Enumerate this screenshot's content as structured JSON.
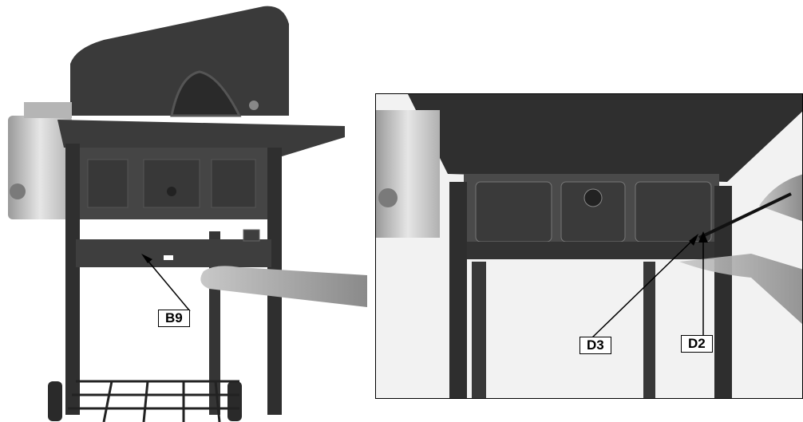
{
  "figure": {
    "left": {
      "callout_b9": "B9"
    },
    "right": {
      "callout_d3": "D3",
      "callout_d2": "D2"
    }
  }
}
